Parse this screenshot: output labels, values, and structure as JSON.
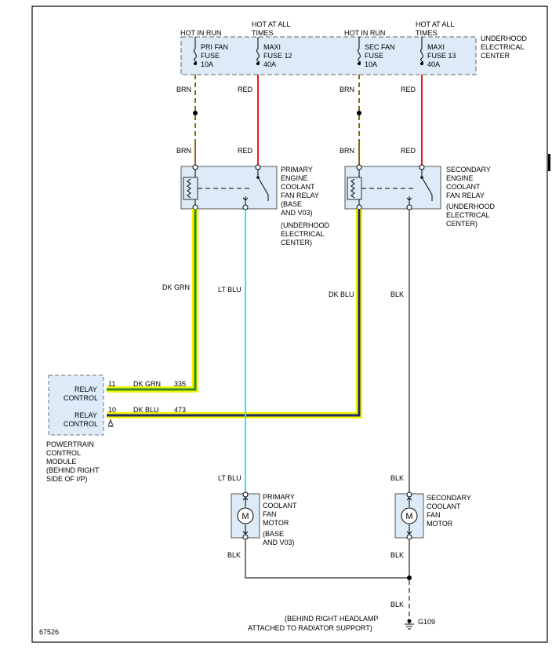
{
  "figure_id": "67526",
  "colors": {
    "brn": "#8B6914",
    "red": "#E8201C",
    "ltblu": "#3EDCEF",
    "dkgrn": "#2E8B2E",
    "dkblu": "#1F2A6E",
    "highlight": "#F5F500",
    "blk": "#7A7A7A",
    "box_fill": "#DCEBF7"
  },
  "top": {
    "hot_in_run_1": "HOT IN RUN",
    "hot_at_all_1": [
      "HOT AT ALL",
      "TIMES"
    ],
    "hot_in_run_2": "HOT IN RUN",
    "hot_at_all_2": [
      "HOT AT ALL",
      "TIMES"
    ],
    "underhood_label": [
      "UNDERHOOD",
      "ELECTRICAL",
      "CENTER"
    ]
  },
  "fuses": [
    {
      "lines": [
        "PRI FAN",
        "FUSE",
        "10A"
      ]
    },
    {
      "lines": [
        "MAXI",
        "FUSE 12",
        "40A"
      ]
    },
    {
      "lines": [
        "SEC FAN",
        "FUSE",
        "10A"
      ]
    },
    {
      "lines": [
        "MAXI",
        "FUSE 13",
        "40A"
      ]
    }
  ],
  "wire_labels": {
    "brn": "BRN",
    "red": "RED",
    "dk_grn": "DK GRN",
    "lt_blu": "LT BLU",
    "dk_blu": "DK BLU",
    "blk": "BLK"
  },
  "relays": {
    "primary": [
      "PRIMARY",
      "ENGINE",
      "COOLANT",
      "FAN RELAY",
      "(BASE",
      "AND V03)",
      "(UNDERHOOD",
      "ELECTRICAL",
      "CENTER)"
    ],
    "secondary": [
      "SECONDARY",
      "ENGINE",
      "COOLANT",
      "FAN RELAY",
      "(UNDERHOOD",
      "ELECTRICAL",
      "CENTER)"
    ]
  },
  "pcm": {
    "relay_control": [
      "RELAY",
      "CONTROL"
    ],
    "pin_11": "11",
    "pin_10": "10",
    "circuit_335": "335",
    "circuit_473": "473",
    "connector": "A",
    "module_label": [
      "POWERTRAIN",
      "CONTROL",
      "MODULE",
      "(BEHIND RIGHT",
      "SIDE OF I/P)"
    ]
  },
  "motors": {
    "symbol": "M",
    "primary": [
      "PRIMARY",
      "COOLANT",
      "FAN",
      "MOTOR",
      "(BASE",
      "AND V03)"
    ],
    "secondary": [
      "SECONDARY",
      "COOLANT",
      "FAN",
      "MOTOR"
    ]
  },
  "ground": {
    "id": "G109",
    "location": [
      "(BEHIND RIGHT HEADLAMP",
      "ATTACHED TO RADIATOR SUPPORT)"
    ]
  }
}
